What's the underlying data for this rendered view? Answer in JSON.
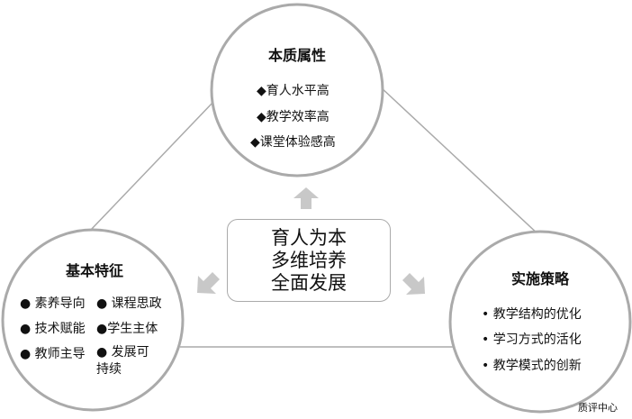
{
  "top": {
    "title": "本质属性",
    "items": [
      "◆育人水平高",
      "◆教学效率高",
      "◆课堂体验感高"
    ]
  },
  "left": {
    "title": "基本特征",
    "items": [
      "● 素养导向",
      "● 课程思政",
      "● 技术赋能",
      "●学生主体",
      "● 教师主导",
      "● 发展可持续"
    ]
  },
  "right": {
    "title": "实施策略",
    "items": [
      "• 教学结构的优化",
      "• 学习方式的活化",
      "• 教学模式的创新"
    ]
  },
  "center": {
    "lines": [
      "育人为本",
      "多维培养",
      "全面发展"
    ]
  },
  "watermark": "质评中心"
}
